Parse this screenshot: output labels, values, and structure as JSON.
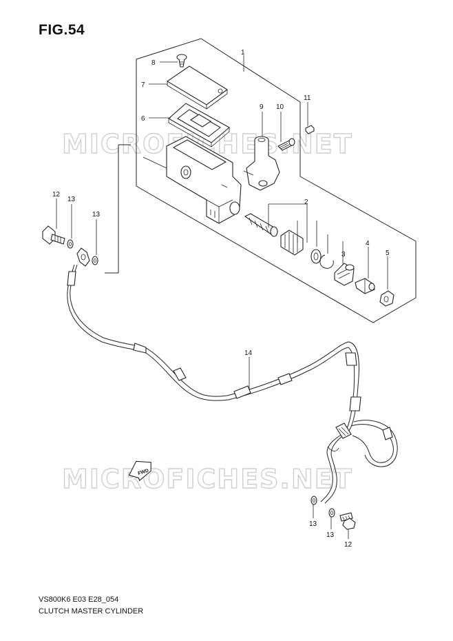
{
  "figure": {
    "title": "FIG.54",
    "code": "VS800K6 E03 E28_054",
    "name": "CLUTCH MASTER CYLINDER"
  },
  "watermark": {
    "text": "MICROFICHES.NET",
    "color": "#cfcfcf"
  },
  "direction_badge": {
    "text": "FWD"
  },
  "callouts": [
    {
      "id": "c1",
      "label": "1"
    },
    {
      "id": "c2",
      "label": "2"
    },
    {
      "id": "c3",
      "label": "3"
    },
    {
      "id": "c4",
      "label": "4"
    },
    {
      "id": "c5",
      "label": "5"
    },
    {
      "id": "c6",
      "label": "6"
    },
    {
      "id": "c7",
      "label": "7"
    },
    {
      "id": "c8",
      "label": "8"
    },
    {
      "id": "c9",
      "label": "9"
    },
    {
      "id": "c10",
      "label": "10"
    },
    {
      "id": "c11",
      "label": "11"
    },
    {
      "id": "c12a",
      "label": "12"
    },
    {
      "id": "c13a",
      "label": "13"
    },
    {
      "id": "c13b",
      "label": "13"
    },
    {
      "id": "c14",
      "label": "14"
    },
    {
      "id": "c13c",
      "label": "13"
    },
    {
      "id": "c13d",
      "label": "13"
    },
    {
      "id": "c12b",
      "label": "12"
    }
  ]
}
